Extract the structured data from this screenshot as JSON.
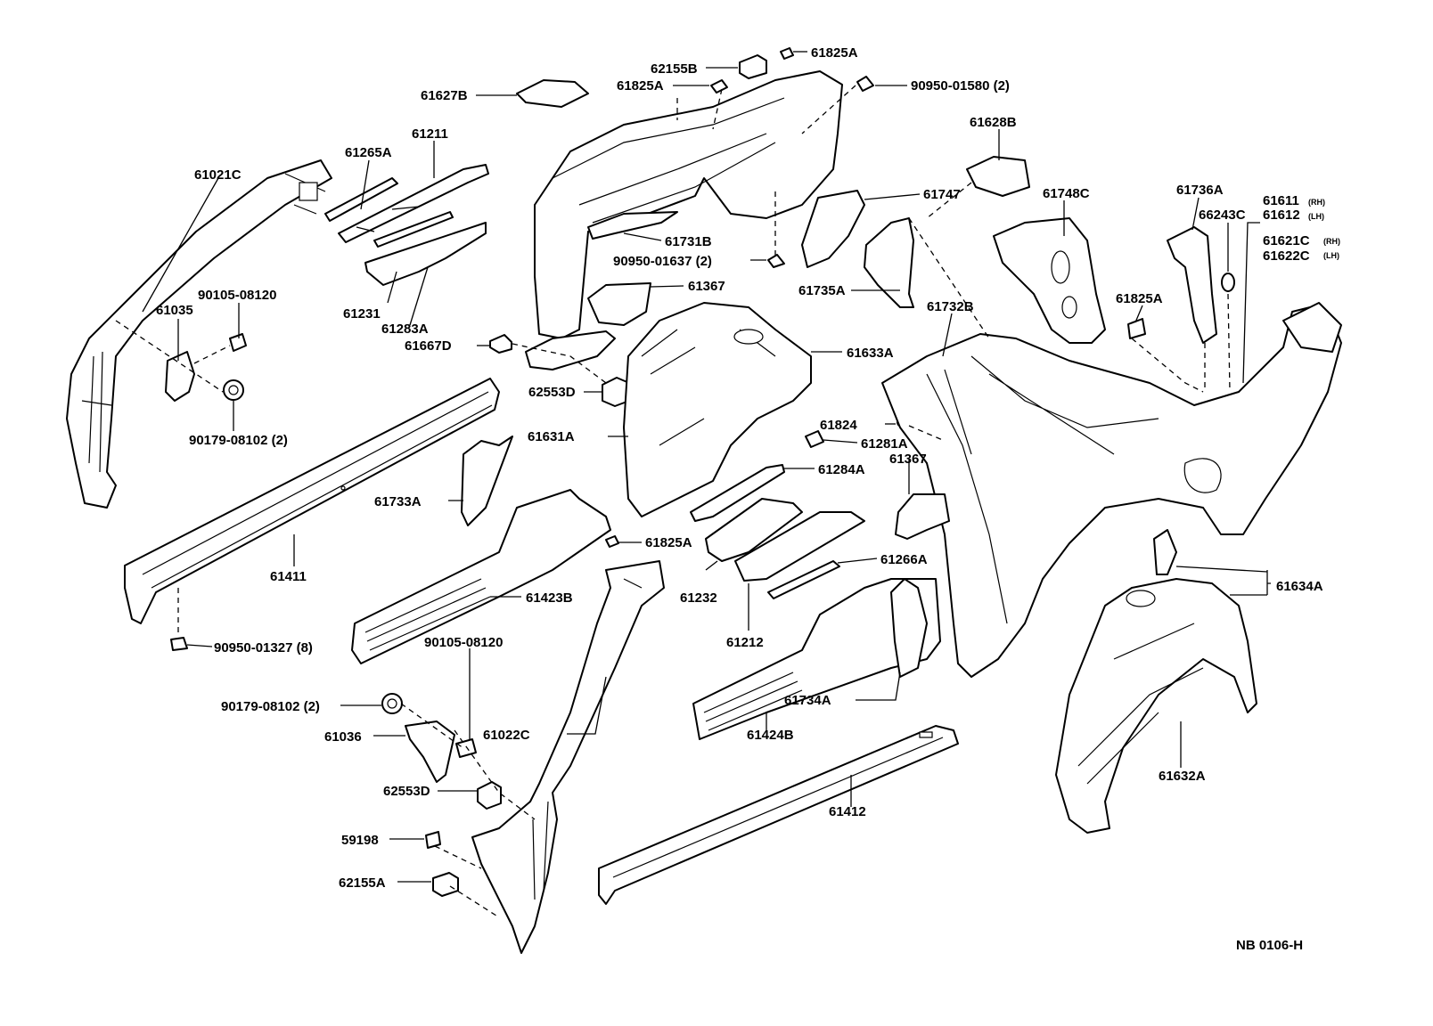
{
  "diagram_id": "NB 0106-H",
  "labels": {
    "l61021c": "61021C",
    "l61265a": "61265A",
    "l61211": "61211",
    "l61231": "61231",
    "l61283a": "61283A",
    "l61667d": "61667D",
    "l62553d_top": "62553D",
    "l61035": "61035",
    "l90105_a": "90105-08120",
    "l90179_a": "90179-08102 (2)",
    "l61411": "61411",
    "l61733a": "61733A",
    "l61423b": "61423B",
    "l90950_01327": "90950-01327 (8)",
    "l90105_b": "90105-08120",
    "l90179_b": "90179-08102 (2)",
    "l61036": "61036",
    "l61022c": "61022C",
    "l62553d_bot": "62553D",
    "l59198": "59198",
    "l62155a": "62155A",
    "l61825a_mid": "61825A",
    "l61627b": "61627B",
    "l62155b": "62155B",
    "l61825a_t1": "61825A",
    "l61825a_t2": "61825A",
    "l90950_01580": "90950-01580 (2)",
    "l61731b": "61731B",
    "l90950_01637": "90950-01637 (2)",
    "l61367_a": "61367",
    "l61633a": "61633A",
    "l61631a": "61631A",
    "l61824": "61824",
    "l61281a": "61281A",
    "l61284a": "61284A",
    "l61232": "61232",
    "l61266a": "61266A",
    "l61212": "61212",
    "l61734a": "61734A",
    "l61424b": "61424B",
    "l61412": "61412",
    "l61747": "61747",
    "l61735a": "61735A",
    "l61628b": "61628B",
    "l61748c": "61748C",
    "l61736a": "61736A",
    "l66243c": "66243C",
    "l61611": "61611",
    "l61611_rh": "(RH)",
    "l61612": "61612",
    "l61612_lh": "(LH)",
    "l61621c": "61621C",
    "l61621c_rh": "(RH)",
    "l61622c": "61622C",
    "l61622c_lh": "(LH)",
    "l61825a_r": "61825A",
    "l61732b": "61732B",
    "l61367_b": "61367",
    "l61634a": "61634A",
    "l61632a": "61632A"
  },
  "colors": {
    "ink": "#000000",
    "paper": "#ffffff"
  }
}
